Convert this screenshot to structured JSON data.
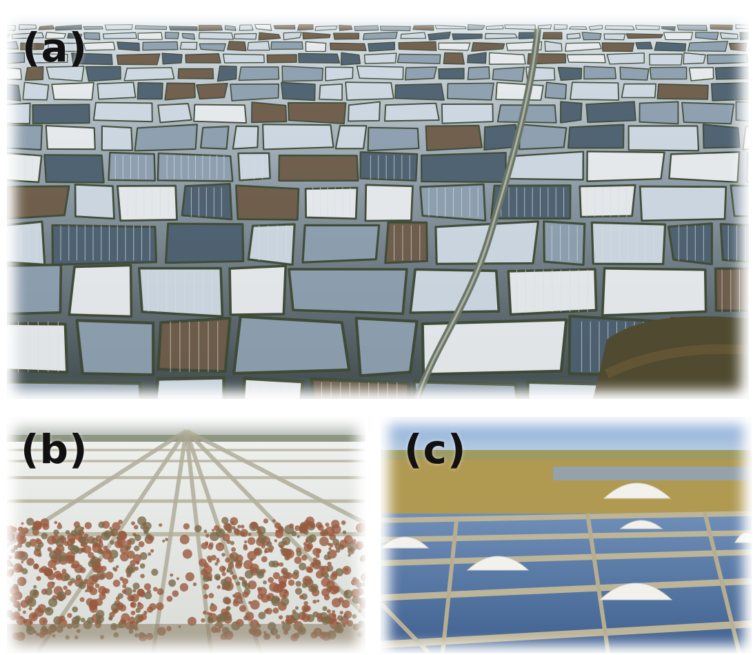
{
  "figure": {
    "panels": [
      {
        "id": "a",
        "label": "(a)"
      },
      {
        "id": "b",
        "label": "(b)"
      },
      {
        "id": "c",
        "label": "(c)"
      }
    ]
  },
  "colors": {
    "water_light": "#cfd9e3",
    "water_dark": "#4d6070",
    "dike_green": "#3e4a34",
    "salt_white": "#f2f1ec",
    "salicornia_red": "#9a5a3e",
    "sky_blue": "#8fb2d8",
    "reed_yellow": "#b5a25a"
  }
}
